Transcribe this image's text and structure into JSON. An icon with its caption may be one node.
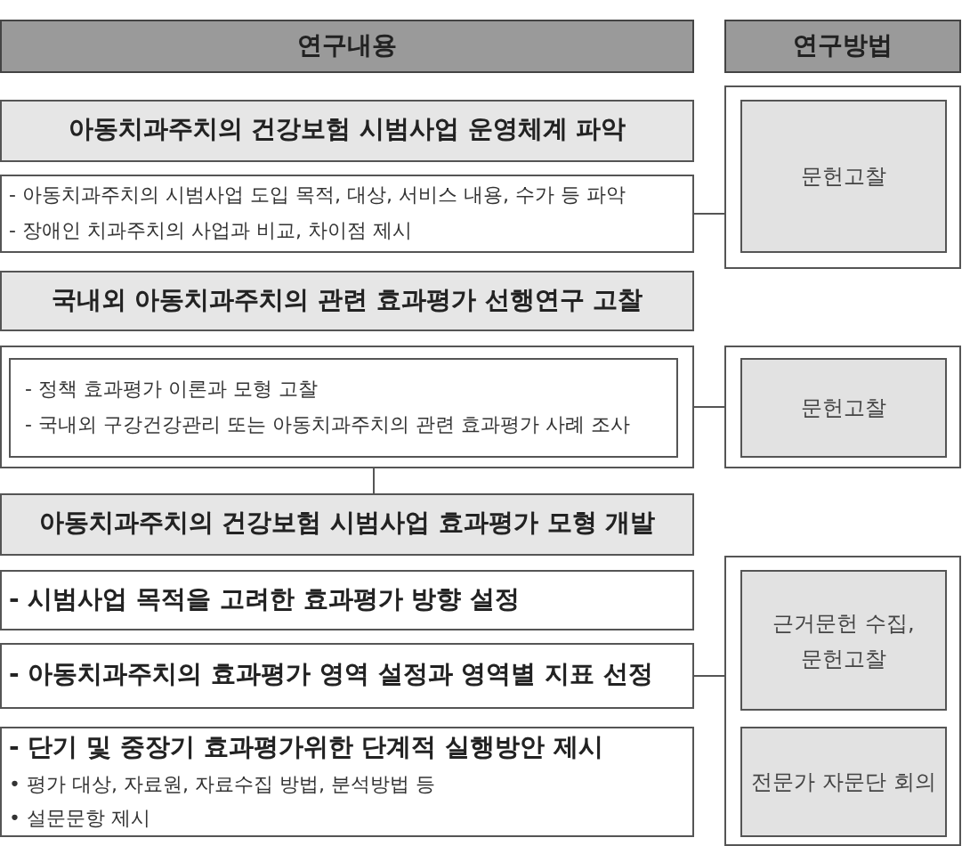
{
  "diagram": {
    "nodes": [
      {
        "text": [
          "연구내용"
        ]
      },
      {
        "text": [
          "연구방법"
        ]
      },
      {
        "text": [
          "아동치과주치의 건강보험 시범사업 운영체계 파악"
        ]
      },
      {
        "text": [
          "- 아동치과주치의 시범사업 도입 목적, 대상, 서비스 내용, 수가 등 파악",
          "- 장애인 치과주치의 사업과 비교, 차이점 제시"
        ]
      },
      {
        "text": [],
        "shape": "box"
      },
      {
        "text": [
          "문헌고찰"
        ],
        "in": 4
      },
      {
        "text": [
          "국내외 아동치과주치의 관련 효과평가 선행연구 고찰"
        ]
      },
      {
        "text": [],
        "shape": "box"
      },
      {
        "text": [
          "- 정책 효과평가 이론과 모형 고찰",
          "- 국내외 구강건강관리 또는 아동치과주치의 관련 효과평가 사례 조사"
        ],
        "in": 7
      },
      {
        "text": [],
        "shape": "box"
      },
      {
        "text": [
          "문헌고찰"
        ],
        "in": 9
      },
      {
        "text": [
          "아동치과주치의 건강보험 시범사업 효과평가 모형 개발"
        ]
      },
      {
        "text": [
          "- 시범사업 목적을 고려한 효과평가 방향 설정"
        ]
      },
      {
        "text": [
          "- 아동치과주치의 효과평가 영역 설정과 영역별 지표 선정"
        ]
      },
      {
        "text": [
          "- 단기 및 중장기 효과평가위한 단계적 실행방안 제시",
          "• 평가 대상, 자료원, 자료수집 방법, 분석방법 등",
          "• 설문문항 제시"
        ]
      },
      {
        "text": [],
        "shape": "box"
      },
      {
        "text": [
          "근거문헌 수집, 문헌고찰"
        ],
        "in": 15
      },
      {
        "text": [
          "전문가 자문단 회의"
        ],
        "in": 15
      }
    ],
    "edges": [
      {
        "from": 3,
        "to": 4,
        "arrow": "none"
      },
      {
        "from": 7,
        "to": 9,
        "arrow": "none"
      },
      {
        "from": 7,
        "to": 11,
        "arrow": "none"
      },
      {
        "from": 13,
        "to": 15,
        "arrow": "none"
      }
    ]
  }
}
